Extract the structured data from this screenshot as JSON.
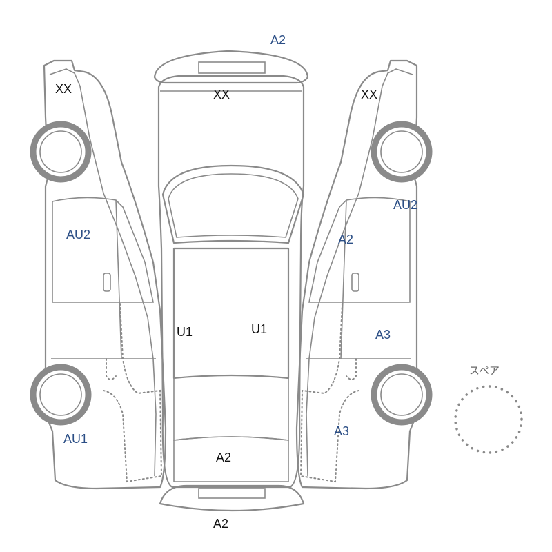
{
  "colors": {
    "line": "#8a8a8a",
    "label_dark": "#111111",
    "label_blue": "#2c4f86"
  },
  "labels": {
    "left_front_fender": "XX",
    "left_front_door": "AU2",
    "left_rear_quarter": "AU1",
    "hood": "XX",
    "front_bumper": "A2",
    "roof_left": "U1",
    "roof_right": "U1",
    "trunk": "A2",
    "rear_bumper": "A2",
    "right_front_fender": "XX",
    "right_front_pillar": "AU2",
    "right_front_door": "A2",
    "right_rear_door": "A3",
    "right_rear_quarter": "A3"
  },
  "spare": {
    "label": "スペア"
  }
}
